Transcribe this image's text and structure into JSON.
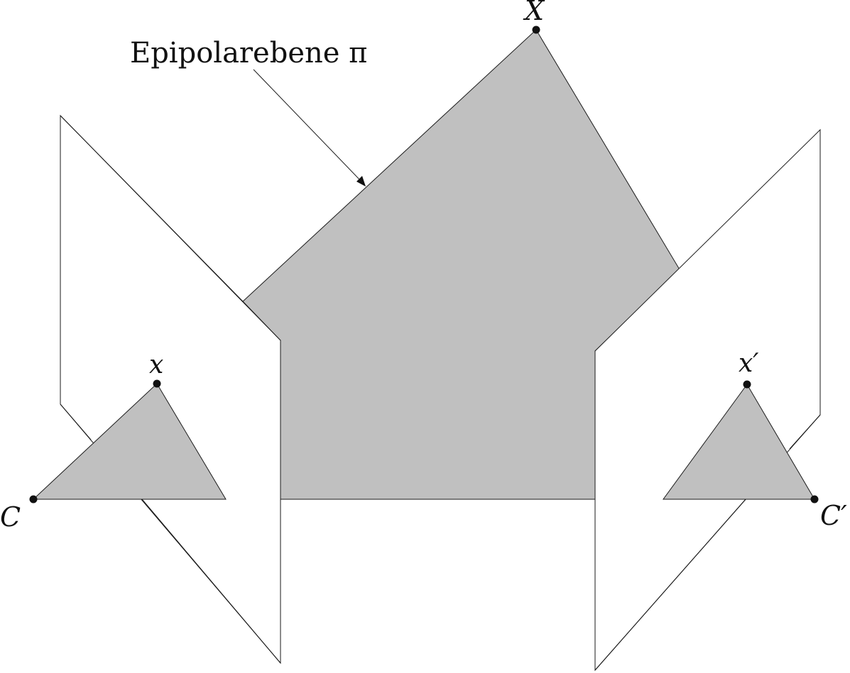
{
  "diagram": {
    "plane_label": "Epipolarebene π",
    "points": {
      "world_point": "X",
      "image_point_left": "x",
      "image_point_right": "x′",
      "camera_center_left": "C",
      "camera_center_right": "C′"
    },
    "colors": {
      "plane_fill": "#c0c0c0",
      "image_plane_fill": "#ffffff",
      "stroke": "#1a1a1a"
    }
  }
}
